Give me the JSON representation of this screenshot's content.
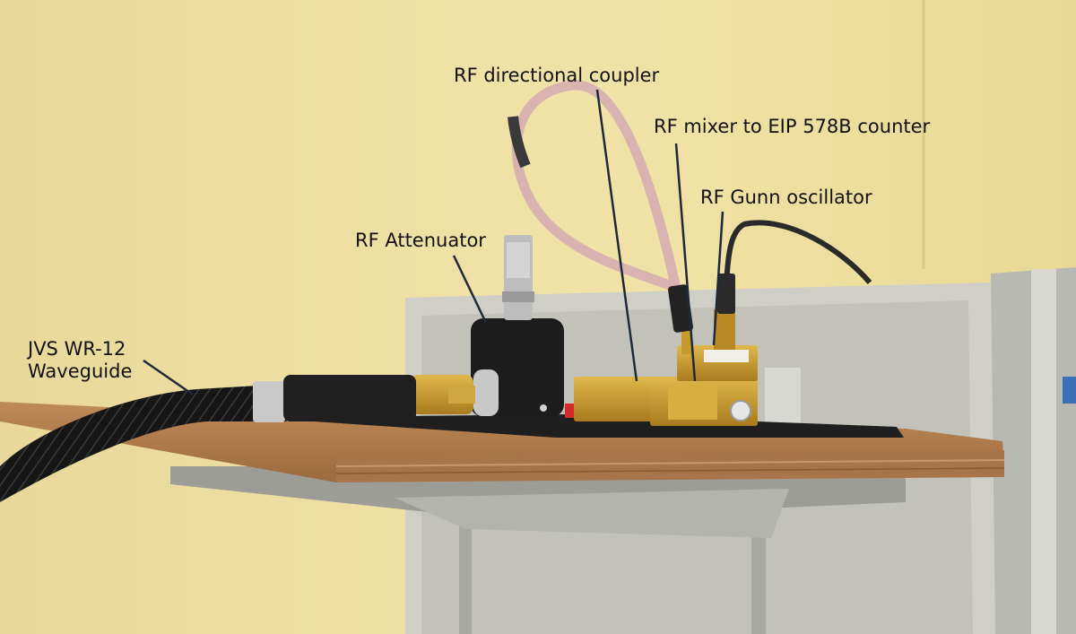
{
  "annotations": {
    "coupler": "RF directional coupler",
    "mixer": "RF mixer to EIP 578B counter",
    "gunn": "RF Gunn oscillator",
    "attenuator": "RF Attenuator",
    "waveguide_line1": "JVS WR-12",
    "waveguide_line2": "Waveguide"
  },
  "colors": {
    "wall": "#efe1a3",
    "cabinet": "#c9c9c2",
    "wood_shelf": "#b07a4c",
    "brass": "#c79a2e",
    "cable_black": "#1a1a1a",
    "pink_cable": "#d8b3b0"
  }
}
